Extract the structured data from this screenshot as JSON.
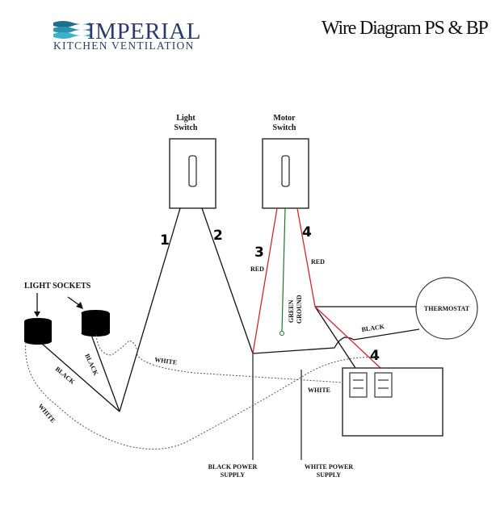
{
  "logo": {
    "name": "IMPERIAL",
    "tagline": "KITCHEN VENTILATION",
    "colors": {
      "text": "#2b3a6e",
      "wave_dark": "#1e6f8e",
      "wave_light": "#38b5c9"
    }
  },
  "title": "Wire Diagram PS & BP",
  "components": {
    "light_switch": {
      "label_line1": "Light",
      "label_line2": "Switch"
    },
    "motor_switch": {
      "label_line1": "Motor",
      "label_line2": "Switch"
    },
    "light_sockets": {
      "label": "LIGHT SOCKETS"
    },
    "thermostat": {
      "label": "THERMOSTAT"
    },
    "black_power_supply": {
      "label_line1": "BLACK POWER",
      "label_line2": "SUPPLY"
    },
    "white_power_supply": {
      "label_line1": "WHITE POWER",
      "label_line2": "SUPPLY"
    }
  },
  "wire_numbers": {
    "w1": "1",
    "w2": "2",
    "w3": "3",
    "w4": "4",
    "w4b": "4"
  },
  "wire_labels": {
    "red_left": "RED",
    "red_right": "RED",
    "green_ground_1": "GREEN",
    "green_ground_2": "GROUND",
    "black_socket1": "BLACK",
    "black_socket2": "BLACK",
    "black_thermostat": "BLACK",
    "white_socket1": "WHITE",
    "white_socket2": "WHITE",
    "white_box": "WHITE"
  },
  "wire_colors": {
    "black": "#111111",
    "red": "#e0212b",
    "green": "#1a7a2a",
    "white_dashed": "#555555"
  }
}
